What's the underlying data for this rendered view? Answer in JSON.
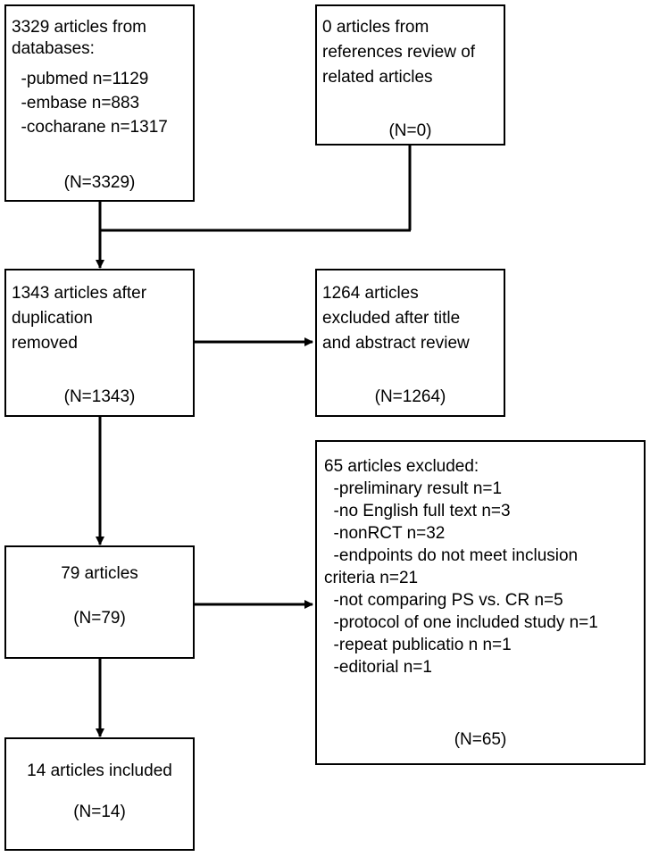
{
  "flowchart": {
    "db_sources": {
      "lines": [
        "3329 articles from",
        "databases:",
        "  -pubmed n=1129",
        "  -embase n=883",
        "  -cocharane n=1317"
      ],
      "total": "(N=3329)"
    },
    "ref_sources": {
      "lines": [
        "0 articles from",
        "references review of",
        "related articles"
      ],
      "total": "(N=0)"
    },
    "after_dedup": {
      "lines": [
        "1343 articles after",
        "duplication",
        "removed"
      ],
      "total": "(N=1343)"
    },
    "excluded_title": {
      "lines": [
        "1264 articles",
        "excluded after title",
        "and abstract review"
      ],
      "total": "(N=1264)"
    },
    "fulltext": {
      "lines": [
        "79 articles"
      ],
      "total": "(N=79)"
    },
    "excluded_fulltext": {
      "lines": [
        "65 articles excluded:",
        "  -preliminary result n=1",
        "  -no English full text n=3",
        "  -nonRCT n=32",
        "  -endpoints do not meet inclusion",
        "criteria n=21",
        "  -not comparing PS vs. CR n=5",
        "  -protocol of one included study n=1",
        "  -repeat publicatio n n=1",
        "  -editorial n=1"
      ],
      "total": "(N=65)"
    },
    "included": {
      "lines": [
        "14 articles included"
      ],
      "total": "(N=14)"
    }
  }
}
